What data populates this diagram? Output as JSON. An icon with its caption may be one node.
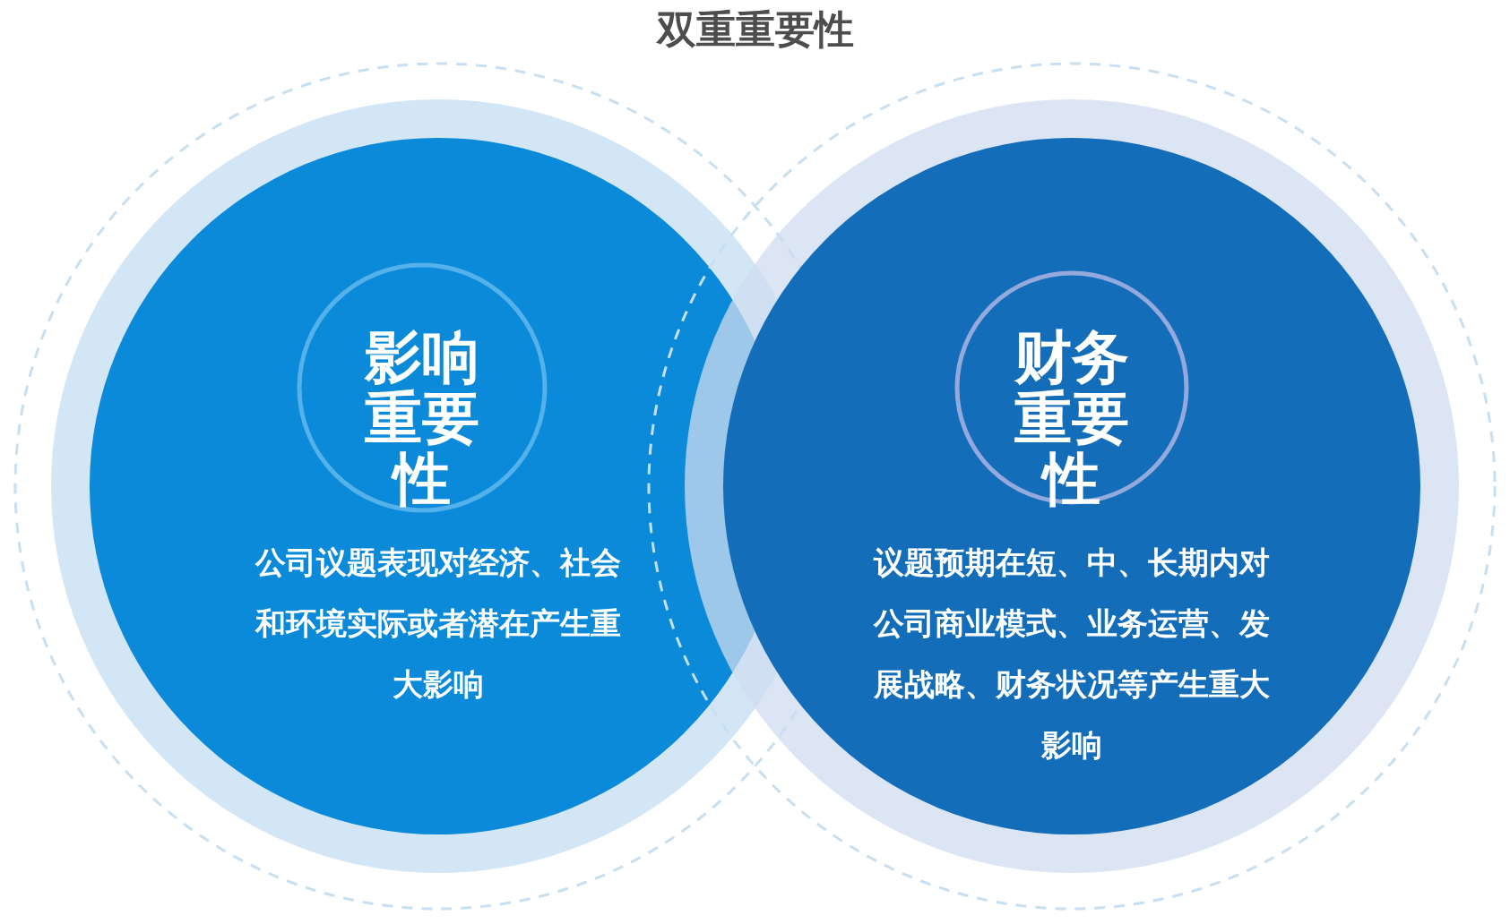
{
  "diagram": {
    "title": "双重重要性",
    "nodes": [
      {
        "text": [
          "公司议题表现对经济、社会和环境实际或者潜在产生重大影响"
        ]
      },
      {
        "text": [
          "影响重要性"
        ],
        "in": 0
      },
      {
        "text": [
          "议题预期在短、中、长期内对公司商业模式、业务运营、发展战略、财务状况等产生重大影响"
        ]
      },
      {
        "text": [
          "财务重要性"
        ],
        "in": 2
      }
    ],
    "edges": []
  }
}
